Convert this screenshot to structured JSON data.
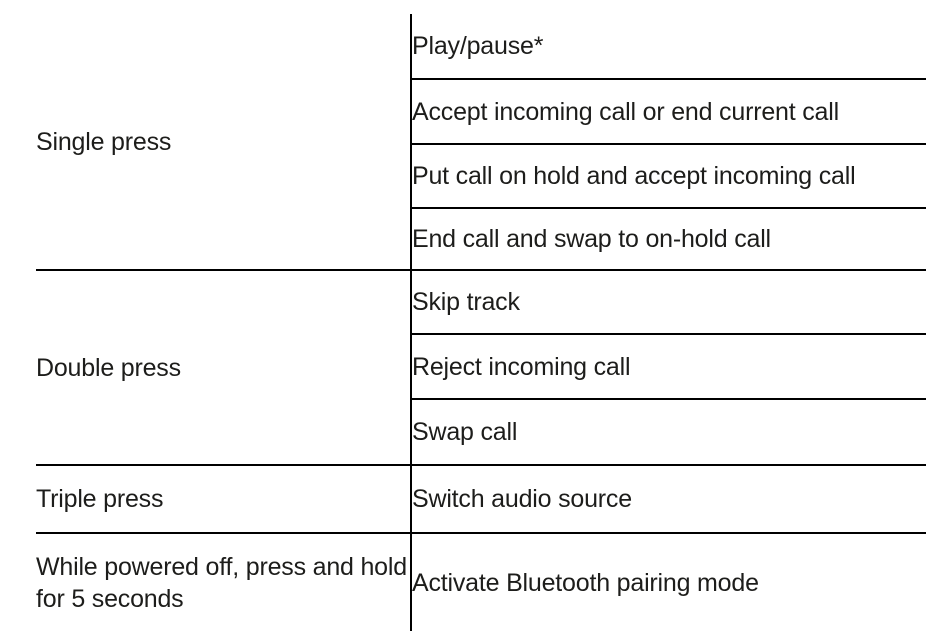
{
  "document": {
    "kind": "button-functions-table",
    "colors": {
      "text": "#1d1d1b",
      "border": "#000000",
      "background": "#ffffff"
    },
    "table": {
      "columns": [
        "press_type",
        "function"
      ],
      "groups": [
        {
          "press": "Single press",
          "actions": [
            "Play/pause*",
            "Accept incoming call or end current call",
            "Put call on hold and accept incoming call",
            "End call and swap to on-hold call"
          ]
        },
        {
          "press": "Double press",
          "actions": [
            "Skip track",
            "Reject incoming call",
            "Swap call"
          ]
        },
        {
          "press": "Triple press",
          "actions": [
            "Switch audio source"
          ]
        },
        {
          "press": "While powered off, press and hold for 5 seconds",
          "actions": [
            "Activate Bluetooth pairing mode"
          ]
        }
      ]
    }
  }
}
